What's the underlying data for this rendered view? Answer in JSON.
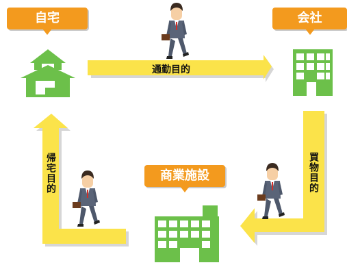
{
  "places": {
    "home": "自宅",
    "office": "会社",
    "commercial": "商業施設"
  },
  "routes": {
    "commute": "通勤目的",
    "shopping": "買物目的",
    "return_home": "帰宅目的"
  },
  "colors": {
    "arrow": "#fbe34a",
    "arrow_shadow": "#d6d6d6",
    "building": "#6cc04a",
    "callout": "#f39a1e",
    "suit": "#5a6478"
  },
  "icons": [
    "house-icon",
    "office-building-icon",
    "commercial-building-icon",
    "businessman-icon"
  ]
}
